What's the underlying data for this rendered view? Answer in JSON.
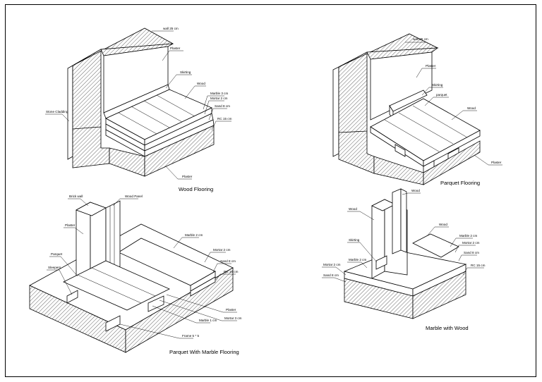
{
  "titles": {
    "wood": "Wood Flooring",
    "parquet": "Parquet Flooring",
    "parquet_marble": "Parquet With Marble  Flooring",
    "marble_wood": "Marble with Wood"
  },
  "labels": {
    "wood": {
      "wall": "wall 25 cm",
      "plaster": "Plaster",
      "skirting": "Skirting",
      "wood": "Wood",
      "marble": "Marble 3 cm",
      "mortar": "Mortar 2 cm",
      "sand": "Sand 8 cm",
      "rc": "RC  15 cm",
      "stone": "Stone Cladding",
      "plaster_bottom": "Plaster"
    },
    "parquet": {
      "wall": "wall 25 cm",
      "plaster": "Plaster",
      "skirting": "Skirting",
      "parquet": "parquet",
      "wood": "Wood",
      "plaster_bottom": "Plaster"
    },
    "parquet_marble": {
      "brick": "Brick wall",
      "panel": "Wood Panel",
      "plaster": "Plaster",
      "parquet": "Parquet",
      "sleepers": "Sleepers",
      "marble": "Marble 2 cm",
      "mortar": "Mortar 2 cm",
      "sand": "Sand 8 cm",
      "rc": "RC  15 cm",
      "plaster_bottom": "Plaster",
      "mortar3": "Mortar 3 cm",
      "marble1": "Marble 1 cm",
      "frame": "Frame 5 * 5"
    },
    "marble_wood": {
      "wood_top": "Wood",
      "wood_left": "Wood",
      "wood_right": "Wood",
      "skirting": "Skirting",
      "marble_left": "Marble 2 cm",
      "mortar_left": "Mortar 2 cm",
      "sand_left": "Sand 8 cm",
      "marble_right": "Marble 2 cm",
      "mortar_right": "Mortar 2 cm",
      "sand_right": "Sand 8 cm",
      "rc": "RC  15 cm"
    }
  }
}
